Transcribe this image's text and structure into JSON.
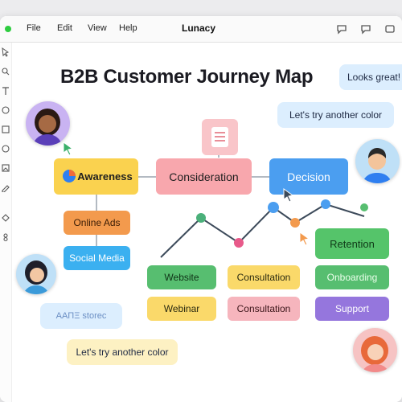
{
  "app": {
    "title": "Lunacy"
  },
  "menu": {
    "file": "File",
    "edit": "Edit",
    "view": "View",
    "help": "Help"
  },
  "board": {
    "title": "B2B Customer Journey Map",
    "stages": {
      "awareness": "Awareness",
      "consideration": "Consideration",
      "decision": "Decision",
      "retention": "Retention"
    },
    "awareness_items": [
      "Online Ads",
      "Social Media"
    ],
    "consideration_items": [
      "Website",
      "Webinar"
    ],
    "decision_items": [
      "Consultation",
      "Consultation"
    ],
    "retention_items": [
      "Onboarding",
      "Support"
    ]
  },
  "chat": {
    "looks_great": "Looks great!",
    "try_color_top": "Let's try another color",
    "typing": "AAΠΞ storec",
    "try_color_bottom": "Let's try another color"
  },
  "colors": {
    "awareness": "#fad24f",
    "consideration": "#f8a7ad",
    "decision": "#4b9ef0",
    "retention": "#55c46a",
    "orange": "#f39a4d",
    "blue": "#3bb0f0",
    "green": "#57be70",
    "yellow": "#fad96a",
    "pink": "#f6b5bd",
    "purple": "#9576dd",
    "bubble": "#dceefe",
    "bubble_yellow": "#fdf1c3",
    "line": "#3c4a5a"
  }
}
